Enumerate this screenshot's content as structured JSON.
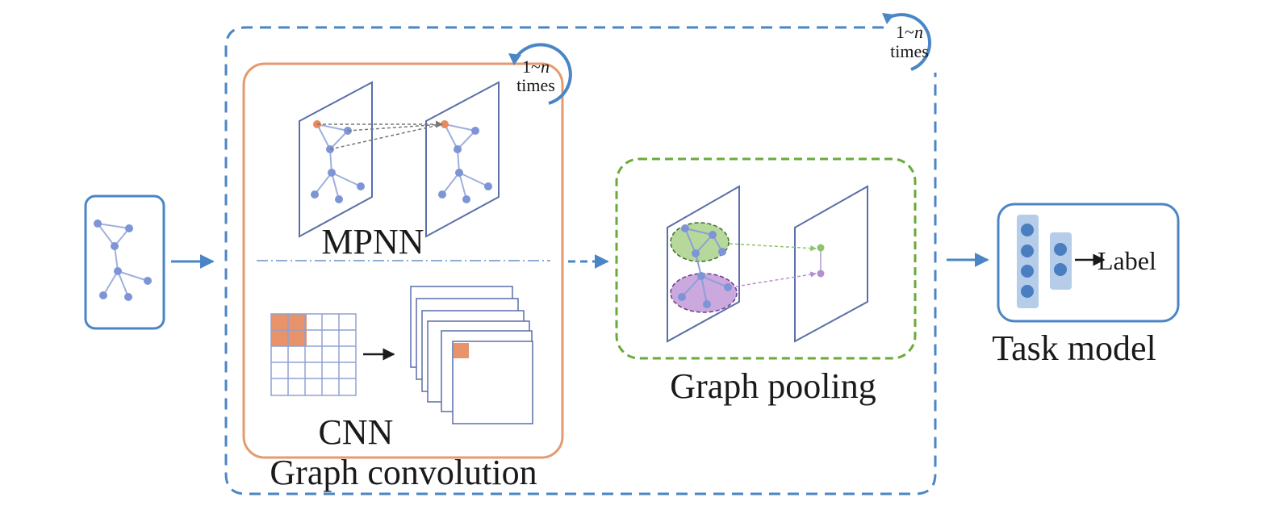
{
  "labels": {
    "mpnn": "MPNN",
    "cnn": "CNN",
    "graph_convolution": "Graph convolution",
    "graph_pooling": "Graph pooling",
    "task_model": "Task model",
    "label": "Label"
  },
  "loops": {
    "outer": {
      "range_prefix": "1~",
      "range_var": "n",
      "unit": "times"
    },
    "inner": {
      "range_prefix": "1~",
      "range_var": "n",
      "unit": "times"
    }
  },
  "colors": {
    "blue_frame": "#4a86c5",
    "orange_frame": "#e59a6f",
    "green_frame": "#6aaa3a",
    "node_blue": "#7d95d6",
    "node_orange": "#e8895e",
    "cluster_green": "#a9d28a",
    "cluster_purple": "#c29ad8",
    "cnn_fill": "#e8936a"
  }
}
